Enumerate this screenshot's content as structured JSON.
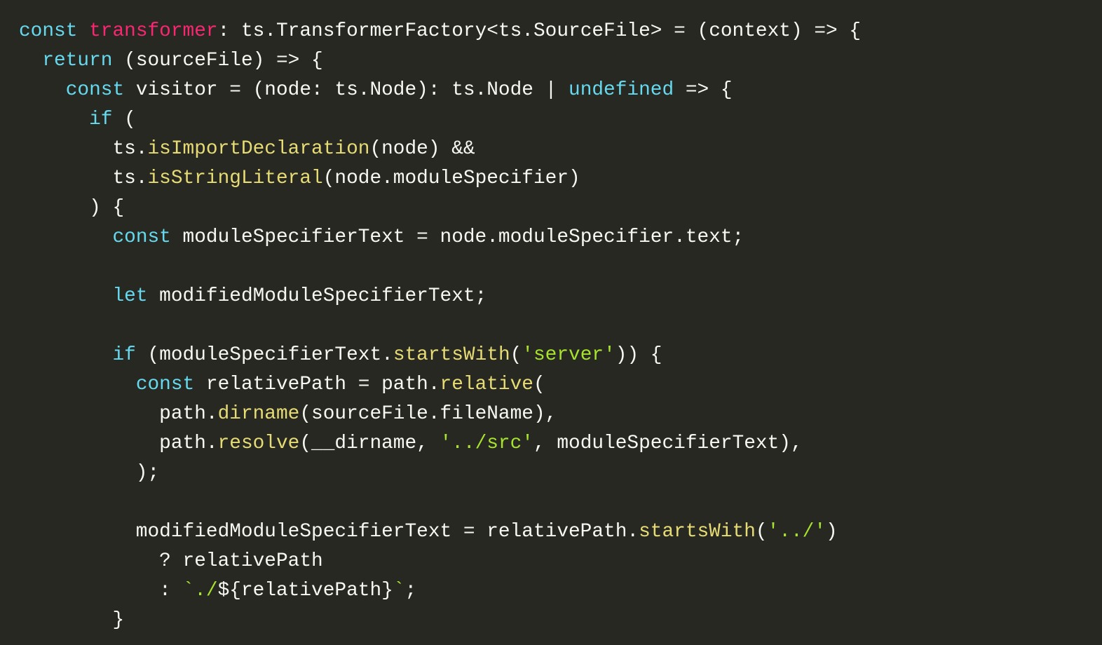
{
  "theme": {
    "background": "#272822",
    "plain": "#f8f8f2",
    "keyword": "#66d9ef",
    "decl": "#f92672",
    "func": "#e6db74",
    "string": "#a6e22e"
  },
  "code": {
    "language": "typescript",
    "lines": [
      [
        [
          "keyword",
          "const"
        ],
        [
          "plain",
          " "
        ],
        [
          "decl",
          "transformer"
        ],
        [
          "plain",
          ": ts.TransformerFactory<ts.SourceFile> = (context) => {"
        ]
      ],
      [
        [
          "plain",
          "  "
        ],
        [
          "keyword",
          "return"
        ],
        [
          "plain",
          " (sourceFile) => {"
        ]
      ],
      [
        [
          "plain",
          "    "
        ],
        [
          "keyword",
          "const"
        ],
        [
          "plain",
          " visitor = (node: ts.Node): ts.Node | "
        ],
        [
          "keyword",
          "undefined"
        ],
        [
          "plain",
          " => {"
        ]
      ],
      [
        [
          "plain",
          "      "
        ],
        [
          "keyword",
          "if"
        ],
        [
          "plain",
          " ("
        ]
      ],
      [
        [
          "plain",
          "        ts."
        ],
        [
          "func",
          "isImportDeclaration"
        ],
        [
          "plain",
          "(node) &&"
        ]
      ],
      [
        [
          "plain",
          "        ts."
        ],
        [
          "func",
          "isStringLiteral"
        ],
        [
          "plain",
          "(node.moduleSpecifier)"
        ]
      ],
      [
        [
          "plain",
          "      ) {"
        ]
      ],
      [
        [
          "plain",
          "        "
        ],
        [
          "keyword",
          "const"
        ],
        [
          "plain",
          " moduleSpecifierText = node.moduleSpecifier.text;"
        ]
      ],
      [],
      [
        [
          "plain",
          "        "
        ],
        [
          "keyword",
          "let"
        ],
        [
          "plain",
          " modifiedModuleSpecifierText;"
        ]
      ],
      [],
      [
        [
          "plain",
          "        "
        ],
        [
          "keyword",
          "if"
        ],
        [
          "plain",
          " (moduleSpecifierText."
        ],
        [
          "func",
          "startsWith"
        ],
        [
          "plain",
          "("
        ],
        [
          "string",
          "'server'"
        ],
        [
          "plain",
          ")) {"
        ]
      ],
      [
        [
          "plain",
          "          "
        ],
        [
          "keyword",
          "const"
        ],
        [
          "plain",
          " relativePath = path."
        ],
        [
          "func",
          "relative"
        ],
        [
          "plain",
          "("
        ]
      ],
      [
        [
          "plain",
          "            path."
        ],
        [
          "func",
          "dirname"
        ],
        [
          "plain",
          "(sourceFile.fileName),"
        ]
      ],
      [
        [
          "plain",
          "            path."
        ],
        [
          "func",
          "resolve"
        ],
        [
          "plain",
          "(__dirname, "
        ],
        [
          "string",
          "'../src'"
        ],
        [
          "plain",
          ", moduleSpecifierText),"
        ]
      ],
      [
        [
          "plain",
          "          );"
        ]
      ],
      [],
      [
        [
          "plain",
          "          modifiedModuleSpecifierText = relativePath."
        ],
        [
          "func",
          "startsWith"
        ],
        [
          "plain",
          "("
        ],
        [
          "string",
          "'../'"
        ],
        [
          "plain",
          ")"
        ]
      ],
      [
        [
          "plain",
          "            ? relativePath"
        ]
      ],
      [
        [
          "plain",
          "            : "
        ],
        [
          "string",
          "`./"
        ],
        [
          "plain",
          "${relativePath}"
        ],
        [
          "string",
          "`"
        ],
        [
          "plain",
          ";"
        ]
      ],
      [
        [
          "plain",
          "        }"
        ]
      ]
    ]
  }
}
